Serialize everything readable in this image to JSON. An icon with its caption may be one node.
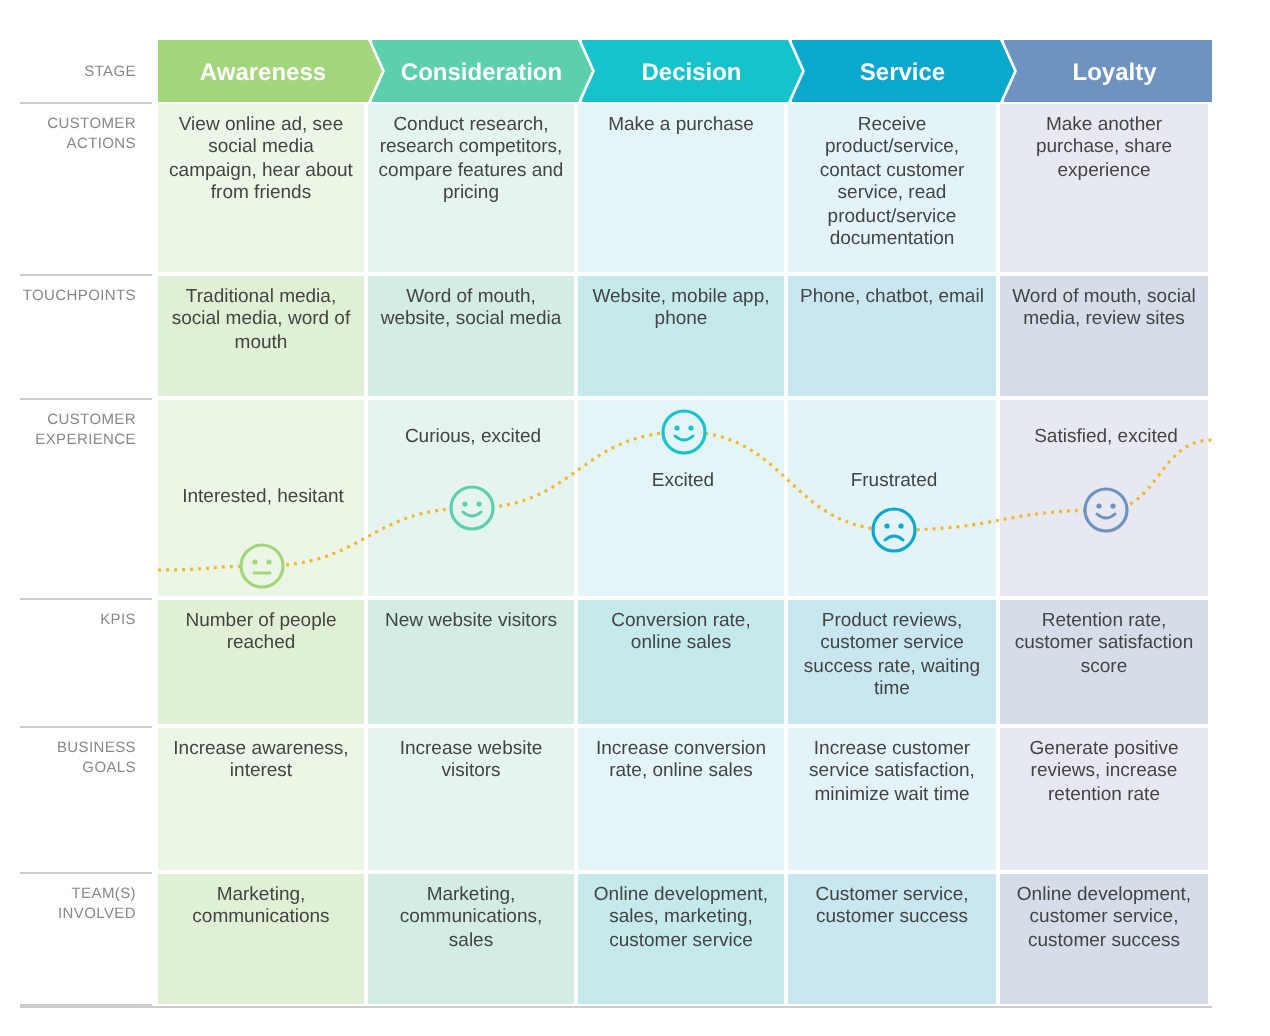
{
  "diagram": {
    "nodes": [
      {
        "text": [
          "Awareness"
        ]
      },
      {
        "text": [
          "Consideration"
        ]
      },
      {
        "text": [
          "Decision"
        ]
      },
      {
        "text": [
          "Service"
        ]
      },
      {
        "text": [
          "Loyalty"
        ]
      }
    ],
    "labels": [
      "STAGE",
      "CUSTOMER ACTIONS",
      "View online ad, see social media campaign, hear about from friends",
      "Conduct research, research competitors, compare features and pricing",
      "Make a purchase",
      "Receive product/service, contact customer service, read product/service documentation",
      "Make another purchase, share experience",
      "TOUCHPOINTS",
      "Traditional media, social media, word of mouth",
      "Word of mouth, website, social media",
      "Website, mobile app, phone",
      "Phone, chatbot, email",
      "Word of mouth, social media, review sites",
      "CUSTOMER EXPERIENCE",
      "Interested, hesitant",
      "Curious, excited",
      "Excited",
      "Frustrated",
      "Satisfied, excited",
      "KPIS",
      "Number of people reached",
      "New website visitors",
      "Conversion rate, online sales",
      "Product reviews, customer service success rate, waiting time",
      "Retention rate, customer satisfaction score",
      "BUSINESS GOALS",
      "Increase awareness, interest",
      "Increase website visitors",
      "Increase conversion rate, online sales",
      "Increase customer service satisfaction, minimize wait time",
      "Generate positive reviews, increase retention rate",
      "TEAM(S) INVOLVED",
      "Marketing, communications",
      "Marketing, communications, sales",
      "Online development, sales, marketing, customer service",
      "Customer service, customer success",
      "Online development, customer service, customer success"
    ]
  }
}
